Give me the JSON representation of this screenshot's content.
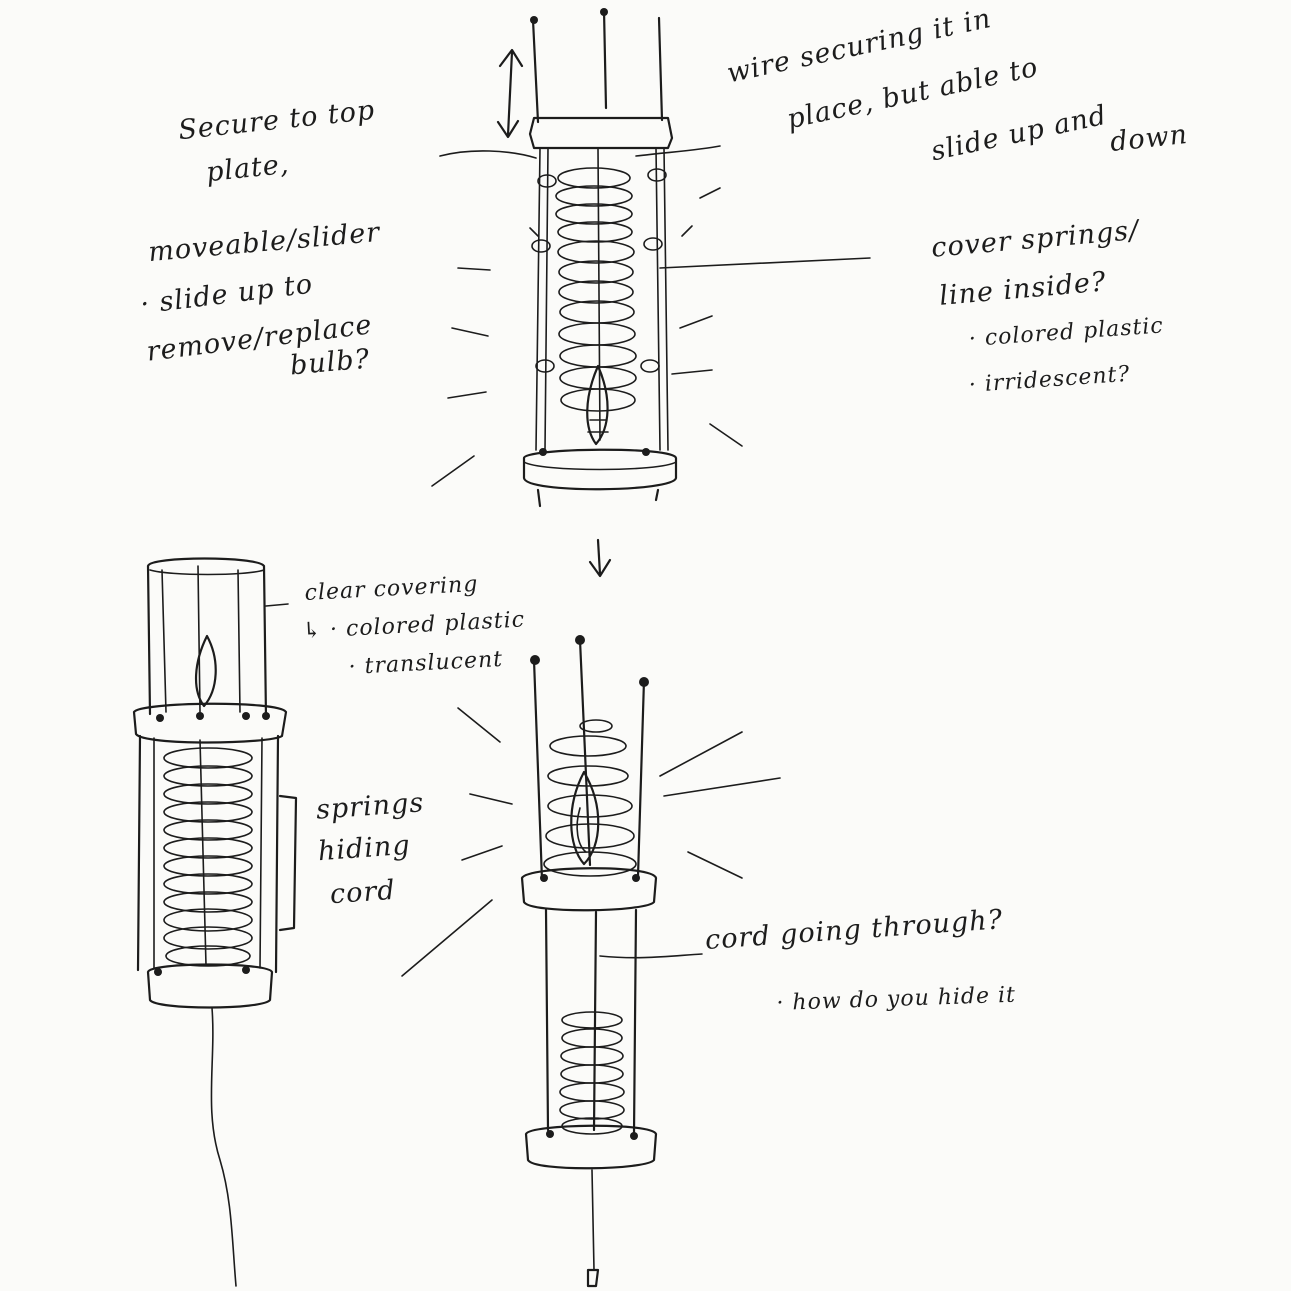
{
  "notes": {
    "secure_to_top_line1": "Secure to top",
    "secure_to_top_line2": "plate,",
    "moveable_slider": "moveable/slider",
    "slide_up_line1": "· slide up to",
    "slide_up_line2": "remove/replace",
    "slide_up_line3": "bulb?",
    "wire_line1": "wire securing it in",
    "wire_line2": "place, but able to",
    "wire_line3": "slide up and",
    "wire_line4": "down",
    "cover_line1": "cover springs/",
    "cover_line2": "line inside?",
    "cover_opt1": "· colored plastic",
    "cover_opt2": "· irridescent?",
    "clear_covering": "clear covering",
    "clear_opt1": "↳ · colored plastic",
    "clear_opt2": "· translucent",
    "springs_line1": "springs",
    "springs_line2": "hiding",
    "springs_line3": "cord",
    "cord_going": "cord going through?",
    "hide_it": "· how do you hide it"
  }
}
